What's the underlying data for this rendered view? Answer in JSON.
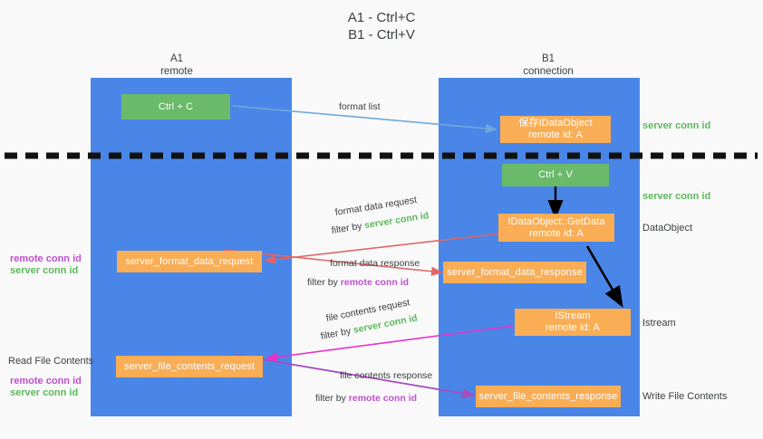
{
  "title": "A1 - Ctrl+C\nB1 - Ctrl+V",
  "colors": {
    "background": "#f9f9f9",
    "lane": "#4a86e8",
    "node_orange": "#f9ad55",
    "node_green": "#6aba6a",
    "green_text": "#5cb85c",
    "purple_text": "#c050d0",
    "divider": "#111111",
    "arrow_blue": "#6fa8dc",
    "arrow_red": "#e06666",
    "arrow_magenta": "#e832c8",
    "arrow_purple": "#a64dbf",
    "arrow_black": "#000000",
    "text": "#3c4043"
  },
  "lanes": [
    {
      "id": "a1",
      "title": "A1",
      "subtitle": "remote"
    },
    {
      "id": "b1",
      "title": "B1",
      "subtitle": "connection"
    }
  ],
  "nodes": {
    "ctrl_c": {
      "line1": "Ctrl + C",
      "line2": "",
      "color": "green"
    },
    "save_idataobject": {
      "line1": "保存IDataObject",
      "line2": "remote id: A",
      "color": "orange"
    },
    "ctrl_v": {
      "line1": "Ctrl + V",
      "line2": "",
      "color": "green"
    },
    "getdata": {
      "line1": "IDataObject::GetData",
      "line2": "remote id: A",
      "color": "orange"
    },
    "server_format_data_request": {
      "line1": "server_format_data_request",
      "line2": "",
      "color": "orange"
    },
    "server_format_data_response": {
      "line1": "server_format_data_response",
      "line2": "",
      "color": "orange"
    },
    "istream": {
      "line1": "IStream",
      "line2": "remote id: A",
      "color": "orange"
    },
    "server_file_contents_request": {
      "line1": "server_file_contents_request",
      "line2": "",
      "color": "orange"
    },
    "server_file_contents_response": {
      "line1": "server_file_contents_response",
      "line2": "",
      "color": "orange"
    }
  },
  "edge_labels": {
    "format_list": "format list",
    "format_data_request": "format data request",
    "format_data_request_filter_prefix": "filter by ",
    "format_data_request_filter_key": "server conn id",
    "format_data_response": "format data response",
    "format_data_response_filter_prefix": "filter by ",
    "format_data_response_filter_key": "remote conn id",
    "file_contents_request": "file contents request",
    "file_contents_request_filter_prefix": "filter by ",
    "file_contents_request_filter_key": "server conn id",
    "file_contents_response": "file contents response",
    "file_contents_response_filter_prefix": "filter by ",
    "file_contents_response_filter_key": "remote conn id"
  },
  "right_notes": {
    "server_conn_id_top": "server conn id",
    "server_conn_id_mid": "server conn id",
    "dataobject": "DataObject",
    "istream": "Istream",
    "write_file_contents": "Write File Contents"
  },
  "left_notes": {
    "remote_conn_id_1": "remote conn id",
    "server_conn_id_1": "server conn id",
    "read_file_contents": "Read File Contents",
    "remote_conn_id_2": "remote conn id",
    "server_conn_id_2": "server conn id"
  }
}
